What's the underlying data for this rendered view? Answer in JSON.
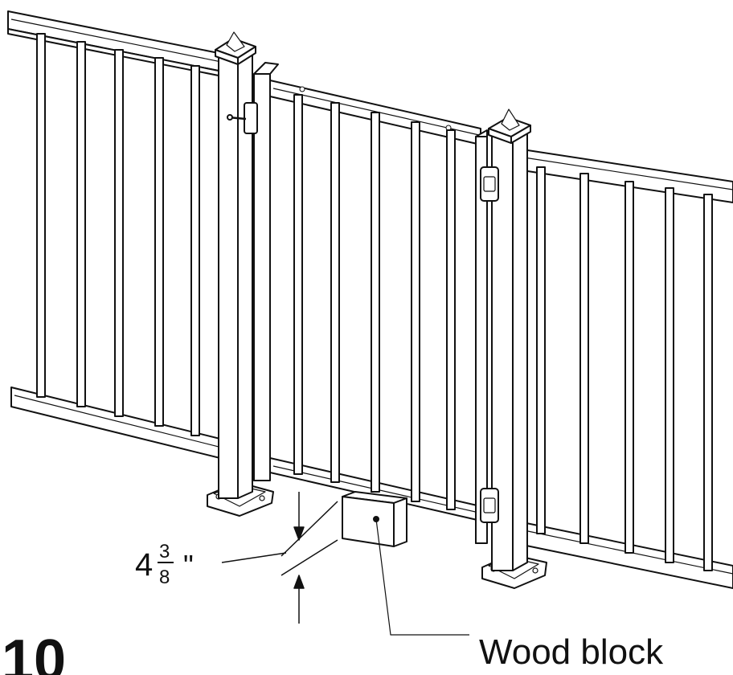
{
  "step_number": "10",
  "dimension": {
    "whole": "4",
    "numerator": "3",
    "denominator": "8",
    "unit": "\""
  },
  "callout_label": "Wood block",
  "line_color": "#111111",
  "fill_color": "#ffffff"
}
